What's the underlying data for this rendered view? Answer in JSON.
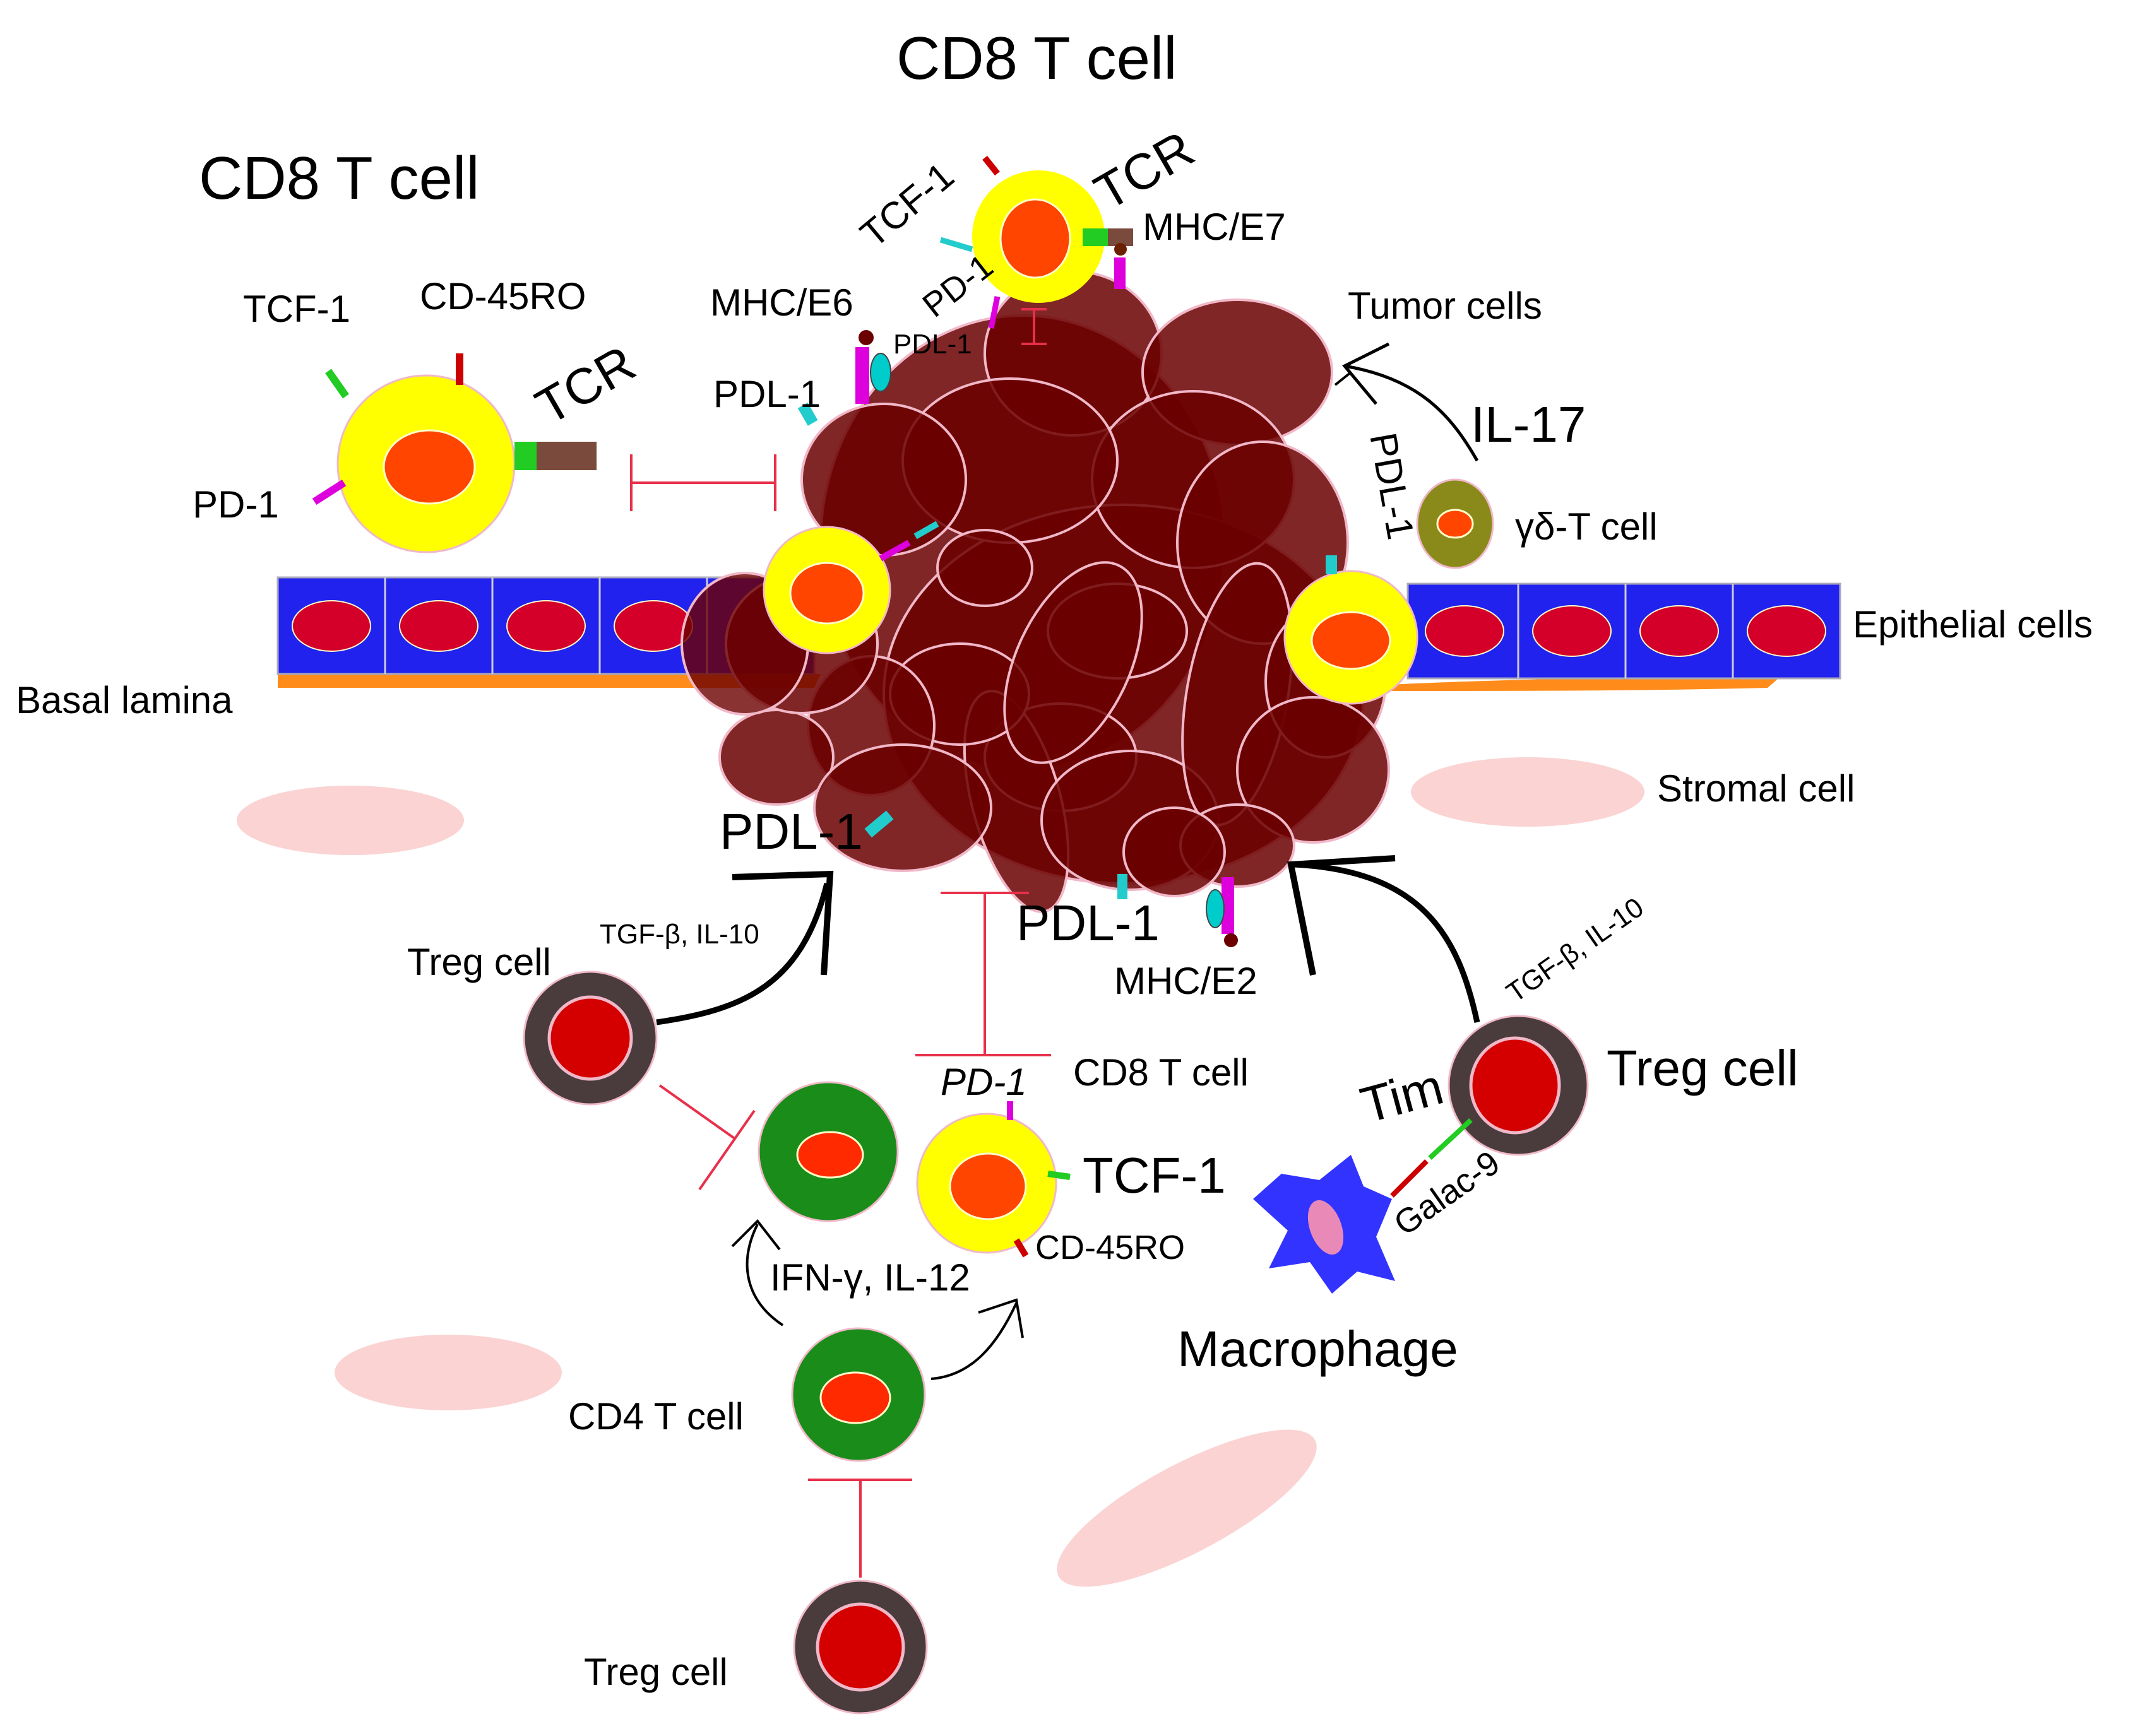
{
  "labels": {
    "cd8_top": "CD8 T cell",
    "cd8_left": "CD8 T cell",
    "cd8_bottom": "CD8 T cell",
    "tcf1_left": "TCF-1",
    "cd45ro_left": "CD-45RO",
    "tcr_left": "TCR",
    "pd1_left": "PD-1",
    "tcf1_top": "TCF-1",
    "tcr_top": "TCR",
    "mhc_e7": "MHC/E7",
    "pd1_top": "PD-1",
    "pdl1_top": "PDL-1",
    "mhc_e6": "MHC/E6",
    "pdl1_mid": "PDL-1",
    "tumor_cells": "Tumor cells",
    "il17": "IL-17",
    "pdl1_right": "PDL-1",
    "gd_t_cell": "γδ-T cell",
    "epithelial": "Epithelial cells",
    "basal_lamina": "Basal lamina",
    "stromal": "Stromal cell",
    "pdl1_big": "PDL-1",
    "pdl1_bottom": "PDL-1",
    "mhc_e2": "MHC/E2",
    "treg_left": "Treg cell",
    "tgf_left": "TGF-β, IL-10",
    "tgf_right": "TGF-β, IL-10",
    "treg_right": "Treg cell",
    "tim": "Tim",
    "galac9": "Galac-9",
    "macrophage": "Macrophage",
    "pd1_bottom": "PD-1",
    "tcf1_bottom": "TCF-1",
    "cd45ro_bottom": "CD-45RO",
    "ifn": "IFN-γ, IL-12",
    "cd4": "CD4 T cell",
    "treg_bottom": "Treg cell"
  },
  "colors": {
    "tumor": "#6b0000",
    "tcell_outer": "#ffff00",
    "nucleus": "#ff4500",
    "epithelial": "#2222ee",
    "epi_nucleus": "#d4002a",
    "basal": "#ff8c1a",
    "stromal": "#fbd3d3",
    "treg_outer": "#4a3c3c",
    "treg_nucleus": "#d40000",
    "cd4_outer": "#1a8c1a",
    "macrophage": "#3333ff",
    "gd_outer": "#8a8a1a",
    "inhibit": "#e8304a"
  }
}
